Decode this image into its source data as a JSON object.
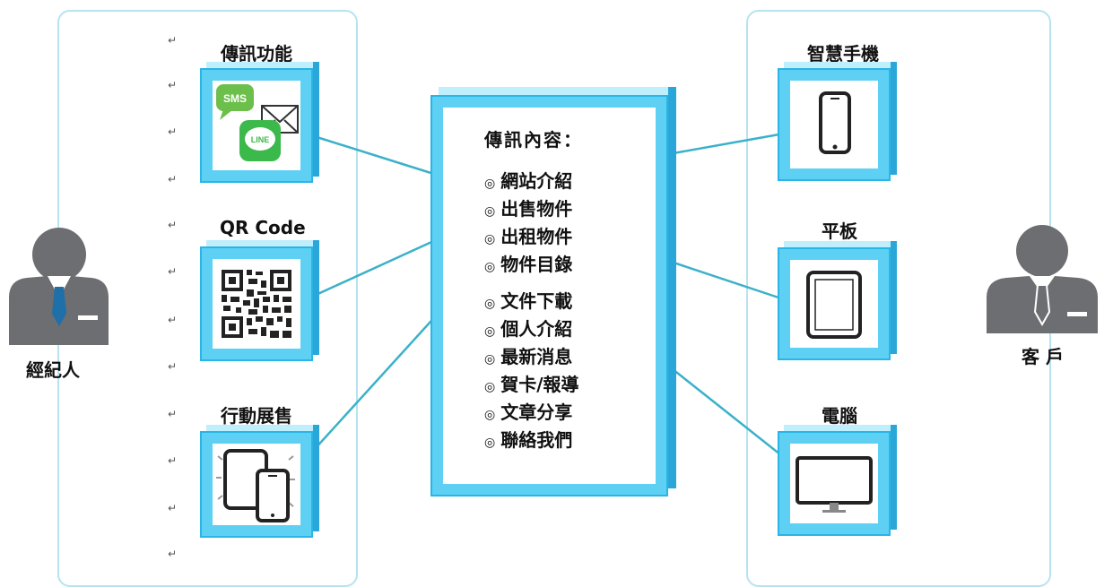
{
  "left_panel": {
    "person_label": "經紀人",
    "items": [
      {
        "label": "傳訊功能"
      },
      {
        "label": "QR Code"
      },
      {
        "label": "行動展售"
      }
    ],
    "return_marks": [
      "↵",
      "↵",
      "↵",
      "↵",
      "↵",
      "↵",
      "↵",
      "↵",
      "↵",
      "↵",
      "↵",
      "↵"
    ]
  },
  "center": {
    "title": "傳訊內容：",
    "items": [
      "網站介紹",
      "出售物件",
      "出租物件",
      "物件目錄",
      "文件下載",
      "個人介紹",
      "最新消息",
      "賀卡/報導",
      "文章分享",
      "聯絡我們"
    ],
    "bullet": "◎"
  },
  "right_panel": {
    "person_label": "客 戶",
    "items": [
      {
        "label": "智慧手機"
      },
      {
        "label": "平板"
      },
      {
        "label": "電腦"
      }
    ]
  },
  "icon_text": {
    "sms": "SMS",
    "line": "LINE"
  },
  "colors": {
    "box": "#5ed0f3",
    "connector": "#3bb1c9",
    "panel_border": "#b7e3f1",
    "person": "#6d6e71",
    "tie": "#1f6fa8",
    "sms_green": "#6dbf4b",
    "line_green": "#3cb94b"
  }
}
